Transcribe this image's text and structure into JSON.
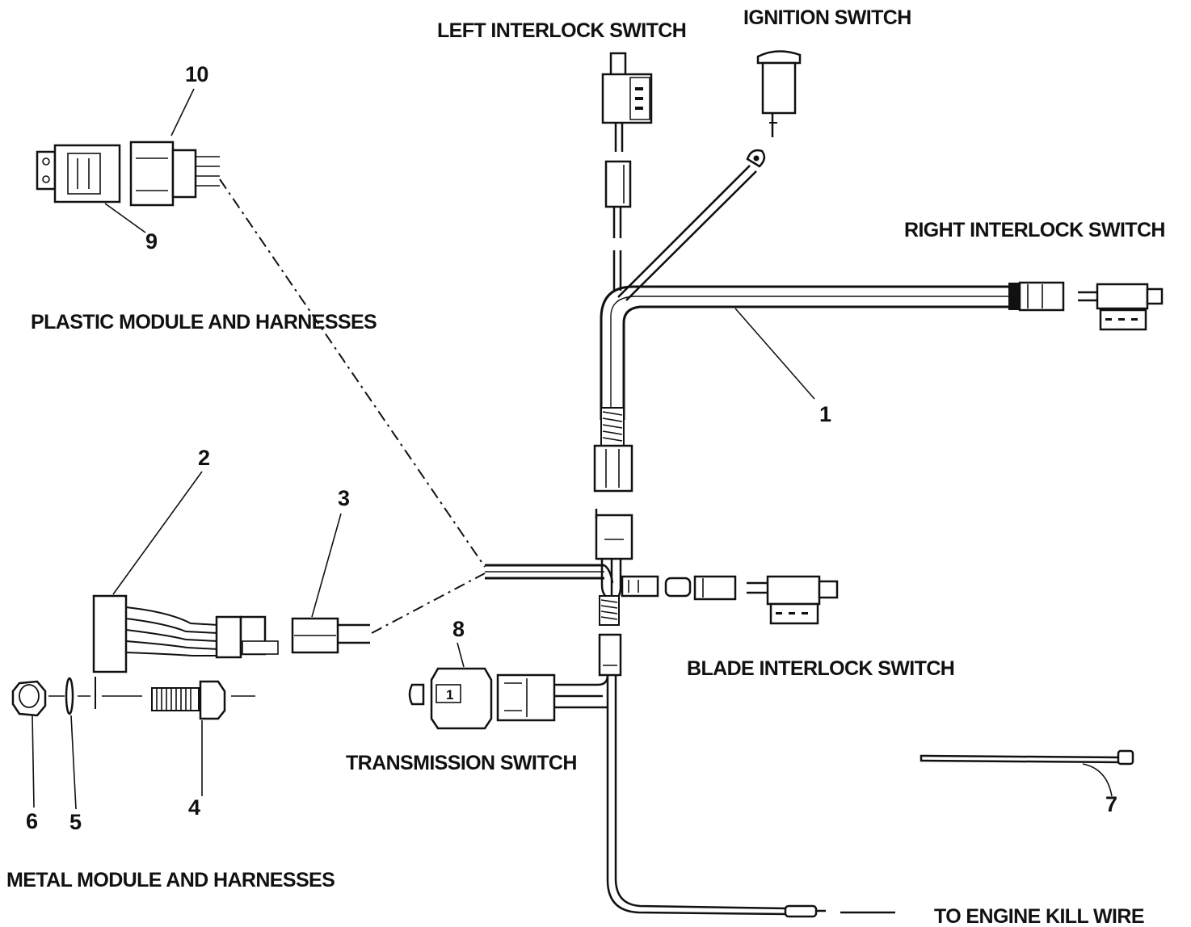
{
  "labels": {
    "left_interlock_switch": "LEFT INTERLOCK SWITCH",
    "ignition_switch": "IGNITION SWITCH",
    "right_interlock_switch": "RIGHT INTERLOCK SWITCH",
    "plastic_module": "PLASTIC MODULE AND HARNESSES",
    "blade_interlock_switch": "BLADE INTERLOCK SWITCH",
    "transmission_switch": "TRANSMISSION SWITCH",
    "metal_module": "METAL MODULE AND HARNESSES",
    "engine_kill_wire": "TO ENGINE KILL WIRE"
  },
  "callouts": {
    "c1": "1",
    "c2": "2",
    "c3": "3",
    "c4": "4",
    "c5": "5",
    "c6": "6",
    "c7": "7",
    "c8": "8",
    "c9": "9",
    "c10": "10"
  },
  "markings": {
    "transmission_switch_mark": "1"
  }
}
